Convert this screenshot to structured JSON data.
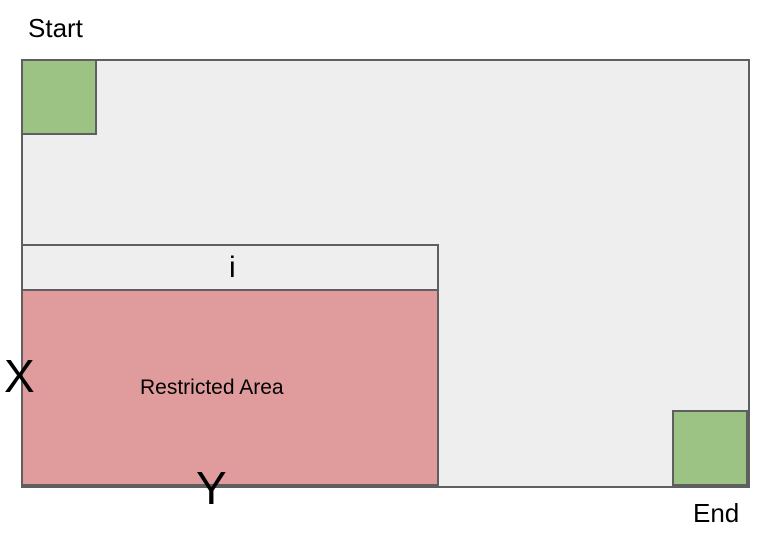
{
  "labels": {
    "start": "Start",
    "end": "End",
    "strip": "i",
    "restricted": "Restricted Area",
    "x_side": "X",
    "y_side": "Y"
  },
  "colors": {
    "grid_fill": "#eeeeee",
    "border": "#5f5f5f",
    "endpoint_fill": "#9dc384",
    "restricted_fill": "#e09c9c"
  }
}
